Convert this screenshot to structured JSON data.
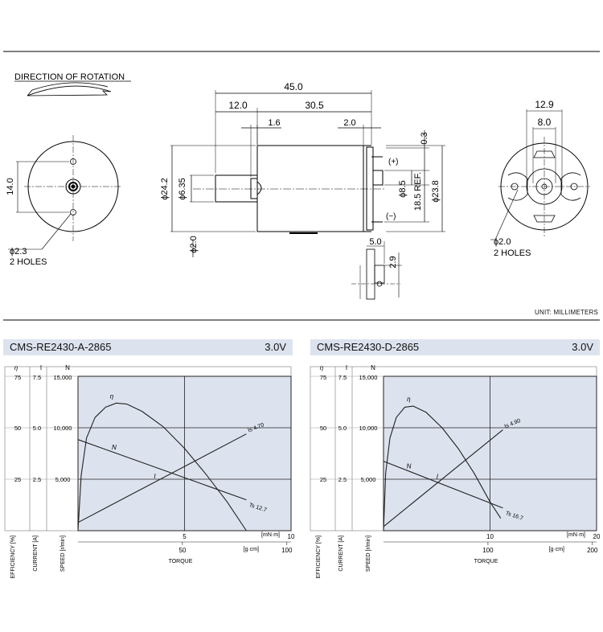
{
  "drawing": {
    "rotation_label": "DIRECTION OF ROTATION",
    "unit_label": "UNIT: MILLIMETERS",
    "left_view": {
      "height": "14.0",
      "hole_dia": "ϕ2.3",
      "holes": "2 HOLES"
    },
    "side_view": {
      "overall_length": "45.0",
      "shaft_len": "12.0",
      "body_len": "30.5",
      "boss_len": "1.6",
      "term_len": "2.0",
      "top_gap": "0.3",
      "body_dia": "ϕ24.2",
      "shaft_dia": "ϕ6.35",
      "boss_dia": "ϕ2.0",
      "ref_dia": "ϕ8.5",
      "ref_len": "18.5 REF.",
      "can_dia": "ϕ23.8",
      "plus": "(+)",
      "minus": "(−)"
    },
    "terminal_view": {
      "width": "5.0",
      "height": "2.9"
    },
    "right_view": {
      "outer": "12.9",
      "inner": "8.0",
      "hole_dia": "ϕ2.0",
      "holes": "2 HOLES"
    }
  },
  "chart_data": [
    {
      "type": "line",
      "model": "CMS-RE2430-A-2865",
      "voltage": "3.0V",
      "axes_left": [
        {
          "symbol": "η",
          "ticks": [
            "75",
            "50",
            "25"
          ],
          "label": "EFFICIENCY [%]",
          "max": 75
        },
        {
          "symbol": "I",
          "ticks": [
            "7.5",
            "5.0",
            "2.5"
          ],
          "label": "CURRENT [A]",
          "max": 7.5
        },
        {
          "symbol": "N",
          "ticks": [
            "15,000",
            "10,000",
            "5,000"
          ],
          "label": "SPEED [r/min]",
          "max": 15000
        }
      ],
      "x_mNm": {
        "ticks": [
          "5",
          "10"
        ],
        "unit": "[mN·m]",
        "max": 10
      },
      "x_gcm": {
        "ticks": [
          "50",
          "100"
        ],
        "unit": "[g·cm]",
        "max": 102
      },
      "xlabel": "TORQUE",
      "grid": true,
      "series": [
        {
          "name": "η",
          "x": [
            0,
            0.15,
            0.4,
            0.8,
            1.3,
            1.8,
            2.3,
            3.0,
            4.0,
            5.0,
            6.0,
            7.0,
            7.9
          ],
          "y": [
            0,
            27,
            45,
            55,
            60,
            62,
            61.5,
            58,
            50.5,
            40,
            27.5,
            14,
            0
          ]
        },
        {
          "name": "N",
          "x": [
            0,
            7.9
          ],
          "y": [
            8850,
            3000
          ],
          "scale": 2
        },
        {
          "name": "I",
          "x": [
            0,
            7.9
          ],
          "y": [
            0.4,
            4.7
          ],
          "scale": 1
        }
      ],
      "annotations": [
        {
          "text": "Is 4.70",
          "x": 7.9,
          "y": 4.7,
          "scale": 1
        },
        {
          "text": "Ts 12.7",
          "x": 7.9,
          "y": 3000,
          "scale": 2
        }
      ]
    },
    {
      "type": "line",
      "model": "CMS-RE2430-D-2865",
      "voltage": "3.0V",
      "axes_left": [
        {
          "symbol": "η",
          "ticks": [
            "75",
            "50",
            "25"
          ],
          "label": "EFFICIENCY [%]",
          "max": 75
        },
        {
          "symbol": "I",
          "ticks": [
            "7.5",
            "5.0",
            "2.5"
          ],
          "label": "CURRENT [A]",
          "max": 7.5
        },
        {
          "symbol": "N",
          "ticks": [
            "15,000",
            "10,000",
            "5,000"
          ],
          "label": "SPEED [r/min]",
          "max": 15000
        }
      ],
      "x_mNm": {
        "ticks": [
          "10",
          "20"
        ],
        "unit": "[mN·m]",
        "max": 20
      },
      "x_gcm": {
        "ticks": [
          "100",
          "200"
        ],
        "unit": "[g·cm]",
        "max": 204
      },
      "xlabel": "TORQUE",
      "grid": true,
      "series": [
        {
          "name": "η",
          "x": [
            0,
            0.2,
            0.6,
            1.2,
            2.0,
            2.8,
            4.0,
            5.5,
            7.0,
            8.5,
            10.0,
            11.0
          ],
          "y": [
            0,
            28,
            45,
            55,
            60,
            60.5,
            57.5,
            50,
            40,
            28,
            14,
            6
          ]
        },
        {
          "name": "N",
          "x": [
            0,
            11.2
          ],
          "y": [
            6750,
            2200
          ],
          "scale": 2
        },
        {
          "name": "I",
          "x": [
            0,
            11.2
          ],
          "y": [
            0.2,
            4.9
          ],
          "scale": 1
        }
      ],
      "annotations": [
        {
          "text": "Is 4.90",
          "x": 11.2,
          "y": 4.9,
          "scale": 1
        },
        {
          "text": "Ts 16.7",
          "x": 11.2,
          "y": 2200,
          "scale": 2
        }
      ]
    }
  ]
}
